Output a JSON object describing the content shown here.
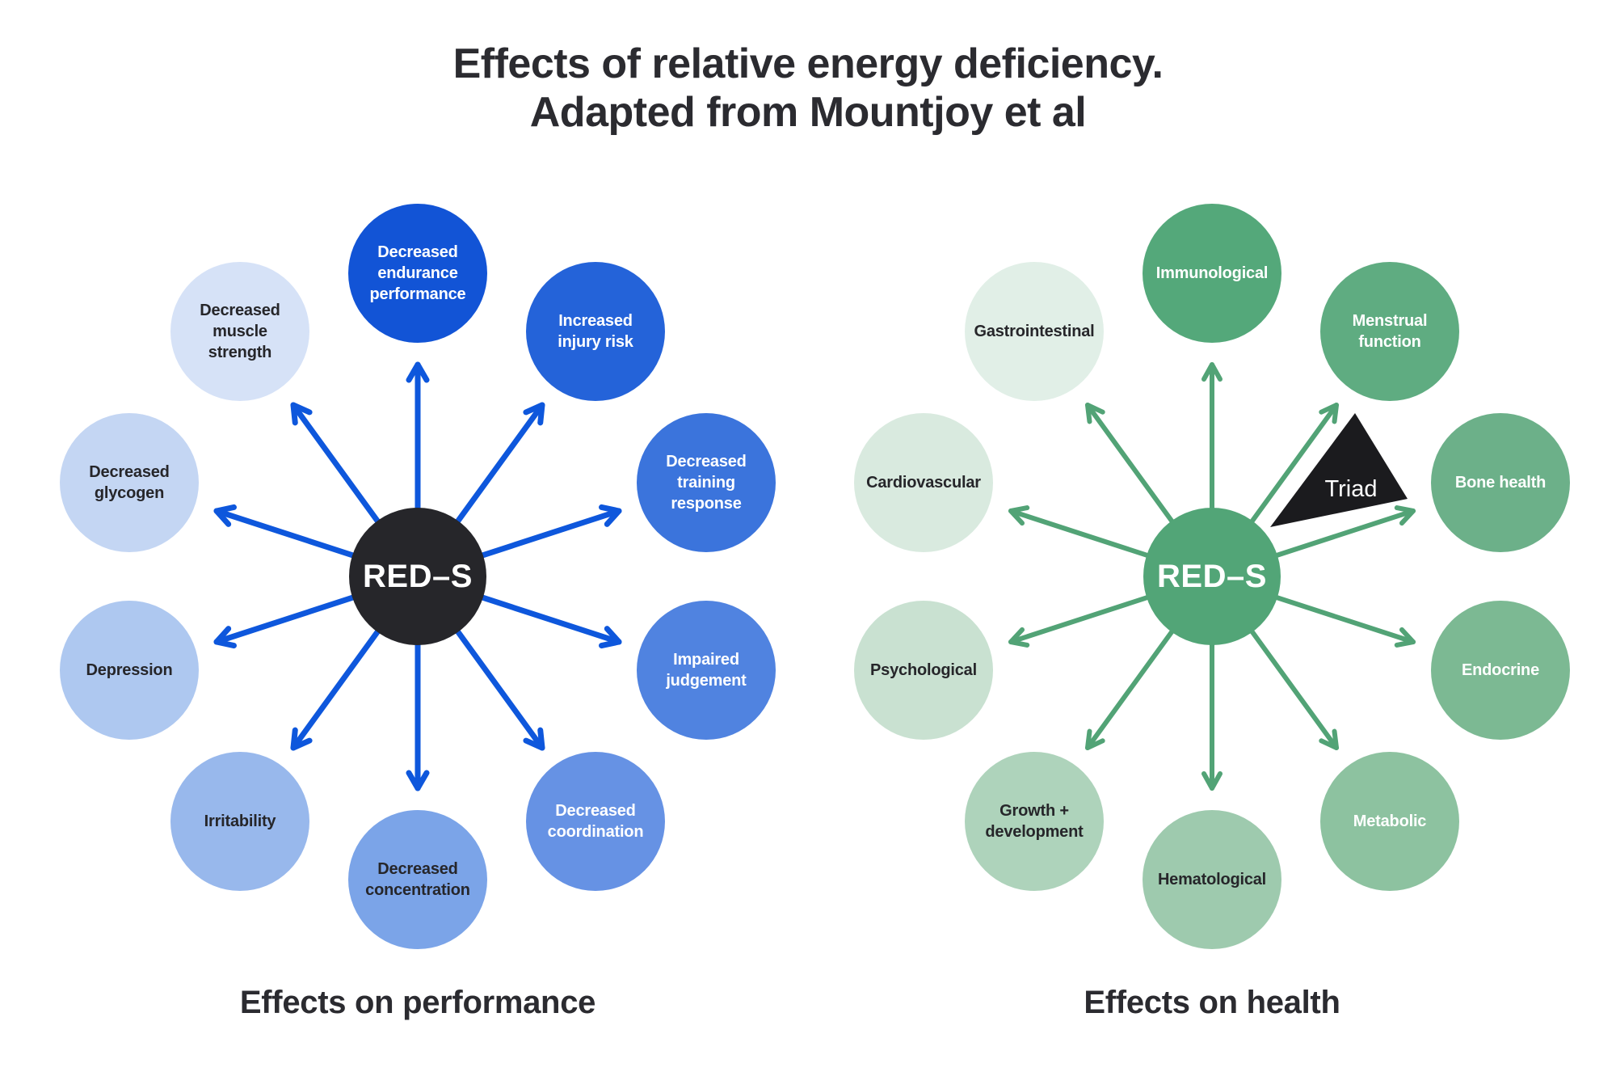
{
  "page": {
    "background": "#ffffff",
    "text_color": "#2b2b30"
  },
  "title": {
    "line1": "Effects of relative energy deficiency.",
    "line2": "Adapted from Mountjoy et al"
  },
  "diagrams": [
    {
      "caption": "Effects on performance",
      "hub": {
        "label": "RED–S",
        "color": "#26262a",
        "text_color": "#ffffff"
      },
      "arrow_color": "#0e57dc",
      "nodes": [
        {
          "label": "Decreased\nendurance\nperformance",
          "color": "#1254d6",
          "text_color": "#ffffff"
        },
        {
          "label": "Increased\ninjury risk",
          "color": "#2463d9",
          "text_color": "#ffffff"
        },
        {
          "label": "Decreased\ntraining\nresponse",
          "color": "#3b74dc",
          "text_color": "#ffffff"
        },
        {
          "label": "Impaired\njudgement",
          "color": "#5083e0",
          "text_color": "#ffffff"
        },
        {
          "label": "Decreased\ncoordination",
          "color": "#6692e4",
          "text_color": "#ffffff"
        },
        {
          "label": "Decreased\nconcentration",
          "color": "#7ba4e8",
          "text_color": "#26262a"
        },
        {
          "label": "Irritability",
          "color": "#98b8ec",
          "text_color": "#26262a"
        },
        {
          "label": "Depression",
          "color": "#aec8f0",
          "text_color": "#26262a"
        },
        {
          "label": "Decreased\nglycogen",
          "color": "#c4d6f3",
          "text_color": "#26262a"
        },
        {
          "label": "Decreased\nmuscle\nstrength",
          "color": "#d6e2f7",
          "text_color": "#26262a"
        }
      ]
    },
    {
      "caption": "Effects on health",
      "hub": {
        "label": "RED–S",
        "color": "#52a577",
        "text_color": "#ffffff"
      },
      "arrow_color": "#52a376",
      "triad": {
        "label": "Triad",
        "color": "#1b1b1e",
        "text_color": "#ffffff"
      },
      "nodes": [
        {
          "label": "Immunological",
          "color": "#54a87a",
          "text_color": "#ffffff"
        },
        {
          "label": "Menstrual\nfunction",
          "color": "#5fac81",
          "text_color": "#ffffff"
        },
        {
          "label": "Bone health",
          "color": "#6cb089",
          "text_color": "#ffffff"
        },
        {
          "label": "Endocrine",
          "color": "#7cb993",
          "text_color": "#ffffff"
        },
        {
          "label": "Metabolic",
          "color": "#8dc2a0",
          "text_color": "#ffffff"
        },
        {
          "label": "Hematological",
          "color": "#9ecaae",
          "text_color": "#26262a"
        },
        {
          "label": "Growth +\ndevelopment",
          "color": "#aed3bb",
          "text_color": "#26262a"
        },
        {
          "label": "Psychological",
          "color": "#c9e1d1",
          "text_color": "#26262a"
        },
        {
          "label": "Cardiovascular",
          "color": "#d9eadf",
          "text_color": "#26262a"
        },
        {
          "label": "Gastrointestinal",
          "color": "#e1efe7",
          "text_color": "#26262a"
        }
      ]
    }
  ]
}
